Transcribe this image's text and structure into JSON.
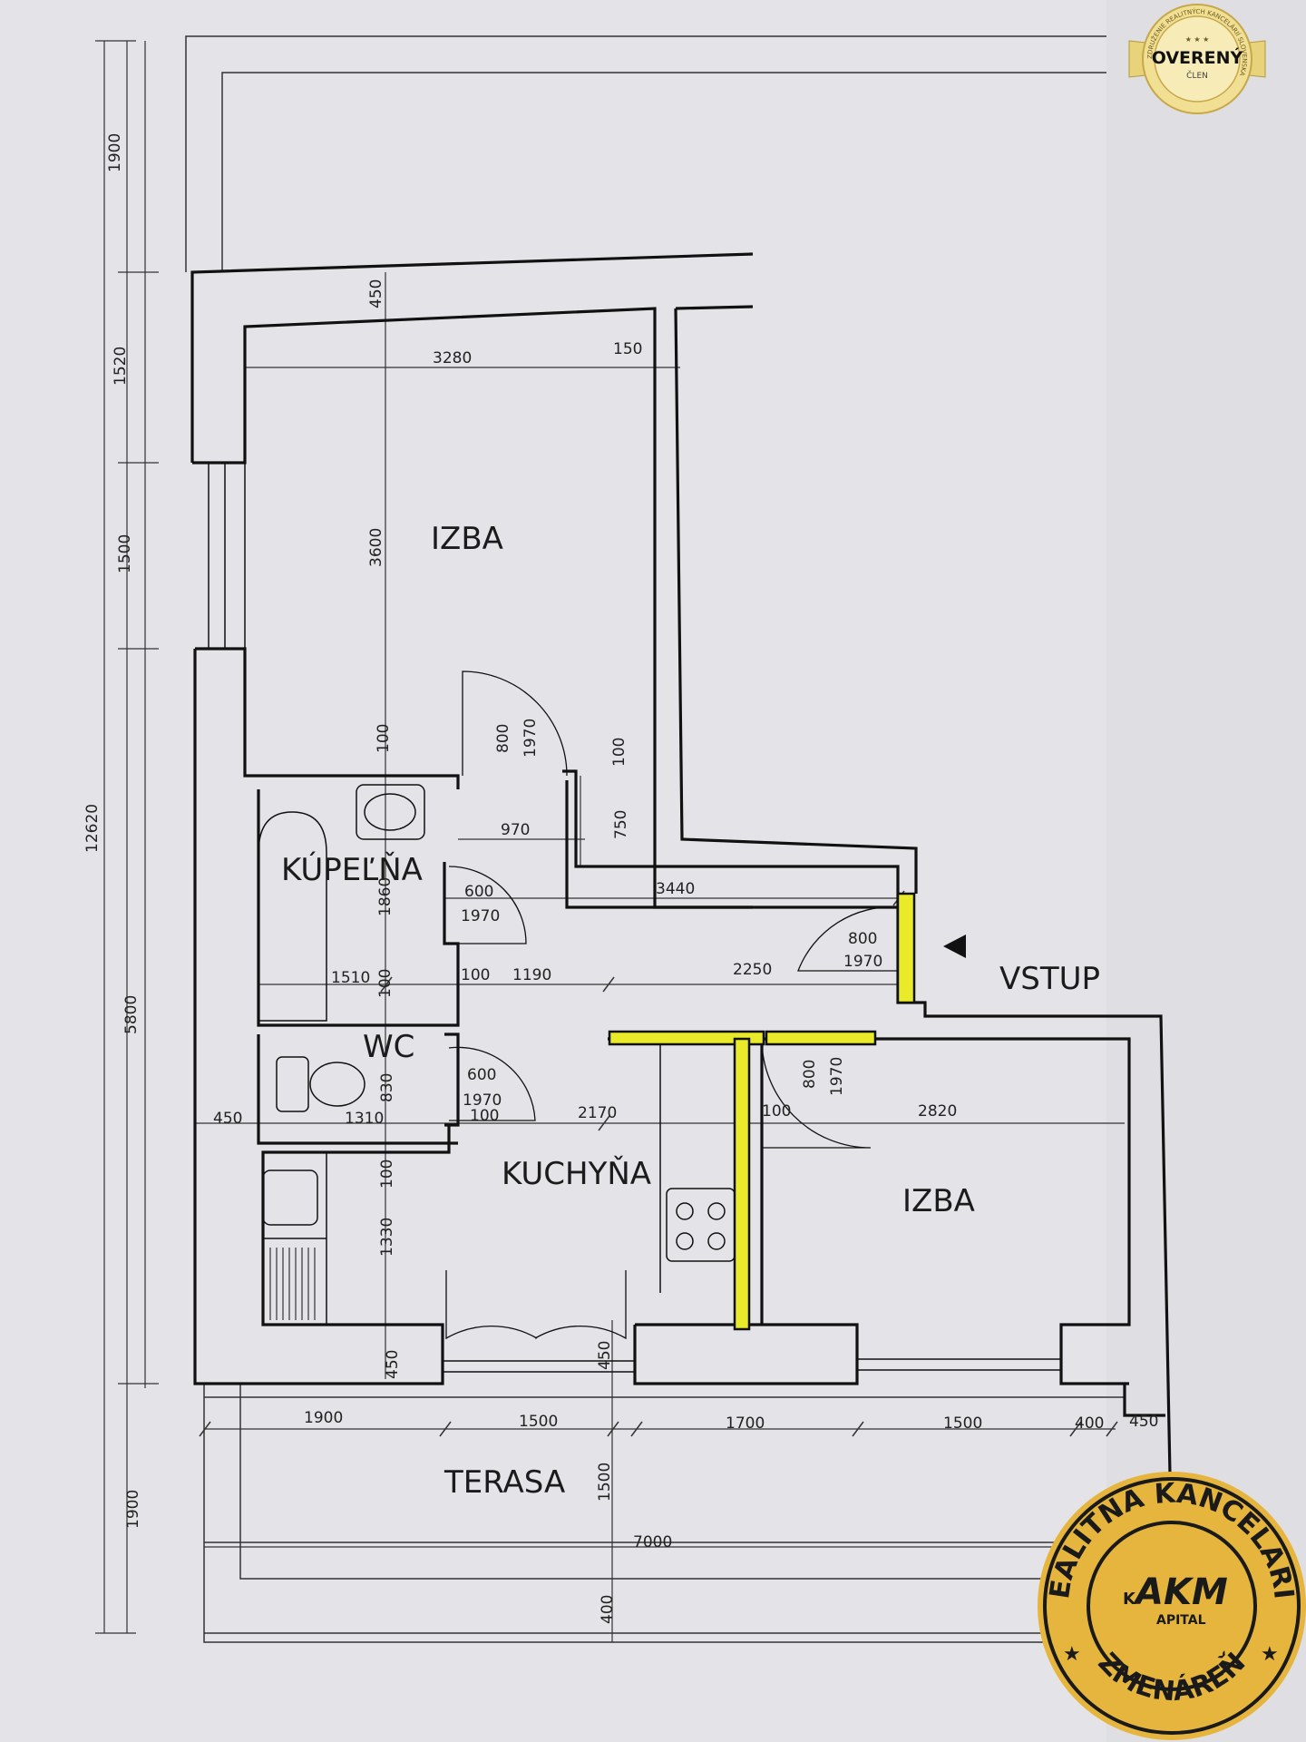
{
  "plan": {
    "rooms": {
      "izba_top": "IZBA",
      "kupelna": "KÚPEĽŇA",
      "wc": "WC",
      "kuchyna": "KUCHYŇA",
      "izba_right": "IZBA",
      "vstup": "VSTUP",
      "terasa": "TERASA"
    },
    "dims": {
      "total_height": "12620",
      "left_1900_top": "1900",
      "left_1520": "1520",
      "left_1500": "1500",
      "left_5800": "5800",
      "left_1900_bottom": "1900",
      "wall_450_top": "450",
      "izba_width_3280": "3280",
      "wall_150": "150",
      "izba_height_3600": "3600",
      "d100_a": "100",
      "door_800_a": "800",
      "door_1970_a": "1970",
      "d100_b": "100",
      "hall_970": "970",
      "hall_750": "750",
      "hall_3440": "3440",
      "bath_600": "600",
      "bath_1970": "1970",
      "bath_1860": "1860",
      "entry_800": "800",
      "entry_1970": "1970",
      "bath_1510": "1510",
      "d100_c": "100",
      "d100_d": "100",
      "hall_1190": "1190",
      "hall_2250": "2250",
      "wc_600": "600",
      "wc_1970": "1970",
      "wc_830": "830",
      "wc_1310": "1310",
      "d100_e": "100",
      "kit_2170": "2170",
      "wall_450_left": "450",
      "room_800": "800",
      "room_1970": "1970",
      "d100_f": "100",
      "room_2820": "2820",
      "d100_g": "100",
      "kit_1330": "1330",
      "d450_kit": "450",
      "d450_mid": "450",
      "bot_1900": "1900",
      "bot_1500_a": "1500",
      "bot_1700": "1700",
      "bot_1500_b": "1500",
      "bot_400": "400",
      "bot_450": "450",
      "terasa_1500": "1500",
      "terasa_7000": "7000",
      "terasa_400": "400"
    }
  },
  "badge_top": {
    "arc_text": "ZDRUŽENIE REALITNÝCH KANCELÁRIÍ SLOVENSKA",
    "main": "OVERENÝ",
    "sub": "ČLEN",
    "stars": "★ ★ ★"
  },
  "seal": {
    "arc_top": "REALITNÁ KANCELÁRIA",
    "arc_bottom": "ZMENÁREŇ",
    "logo_k": "K",
    "logo_akm": "AKM",
    "logo_apital": "APITAL"
  },
  "colors": {
    "paper": "#e4e3e7",
    "wall": "#111111",
    "highlight": "#e8ea2a",
    "seal_gold": "#e6b53d",
    "seal_dark": "#1a1a1a"
  }
}
